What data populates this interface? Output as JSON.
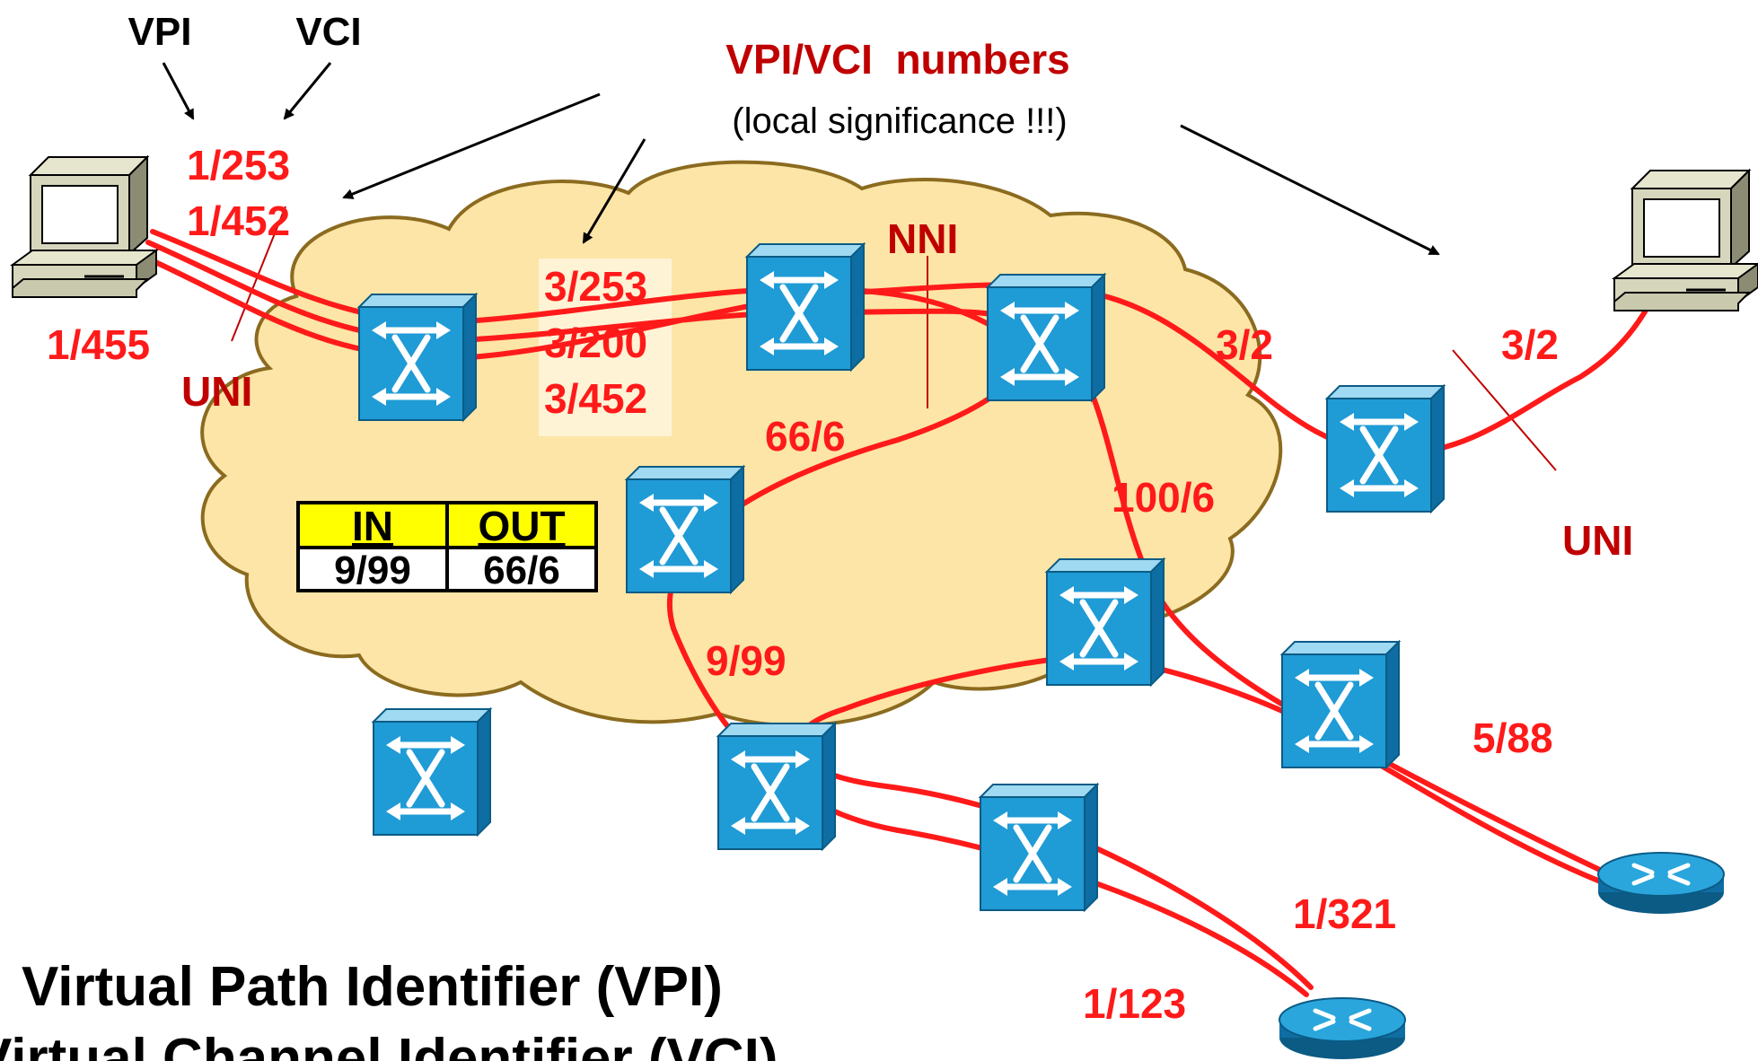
{
  "top_labels": {
    "vpi": "VPI",
    "vci": "VCI"
  },
  "callout": {
    "title": "VPI/VCI  numbers",
    "subtitle": "(local significance !!!)"
  },
  "left_host": {
    "values": [
      "1/253",
      "1/452",
      "1/455"
    ],
    "uni": "UNI"
  },
  "mid_values": [
    "3/253",
    "3/200",
    "3/452"
  ],
  "nni": "NNI",
  "link_labels": {
    "l_3_2_a": "3/2",
    "l_3_2_b": "3/2",
    "l_66_6": "66/6",
    "l_100_6": "100/6",
    "l_9_99": "9/99",
    "l_5_88": "5/88",
    "l_1_321": "1/321",
    "l_1_123": "1/123"
  },
  "right_uni": "UNI",
  "switch_table": {
    "headers": [
      "IN",
      "OUT"
    ],
    "row": [
      "9/99",
      "66/6"
    ]
  },
  "footer": {
    "line1": "Virtual Path Identifier (VPI)",
    "line2": "Virtual Channel Identifier (VCI)"
  },
  "colors": {
    "cloud_fill": "#fce5a6",
    "cloud_stroke": "#8b6b1f",
    "link": "#ff1a1a",
    "switch_face": "#1f9bd6",
    "table_header": "#ffff00"
  }
}
